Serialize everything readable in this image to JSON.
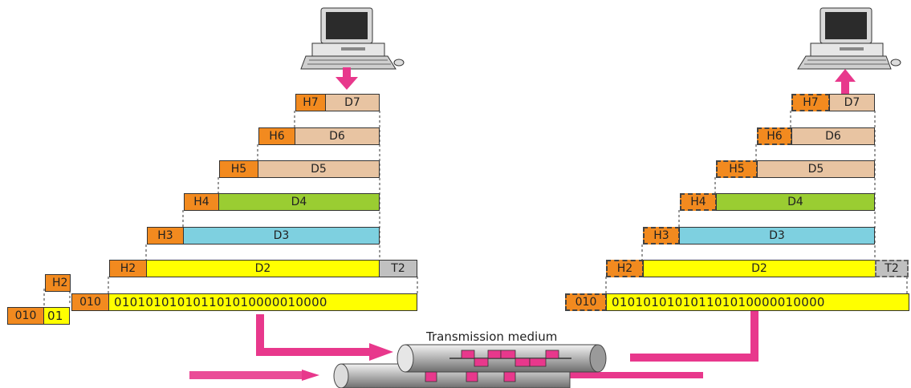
{
  "colors": {
    "header": "#f28a1f",
    "data_layer_7_5": "#e8c4a2",
    "data_layer_4": "#9acd32",
    "data_layer_3": "#7ed0e0",
    "data_layer_2": "#ffff00",
    "trailer": "#c0c0c0",
    "arrow": "#e8388c"
  },
  "icons": [
    "computer-icon",
    "computer-icon"
  ],
  "sender": {
    "layers": [
      {
        "header": "H7",
        "data": "D7"
      },
      {
        "header": "H6",
        "data": "D6"
      },
      {
        "header": "H5",
        "data": "D5"
      },
      {
        "header": "H4",
        "data": "D4"
      },
      {
        "header": "H3",
        "data": "D3"
      },
      {
        "header": "H2",
        "data": "D2",
        "trailer": "T2"
      }
    ],
    "physical": {
      "header": "010",
      "bits": "010101010101101010000010000"
    },
    "partial_header": "H2",
    "partial_bits_header": "010",
    "partial_bits": "01"
  },
  "receiver": {
    "layers": [
      {
        "header": "H7",
        "data": "D7"
      },
      {
        "header": "H6",
        "data": "D6"
      },
      {
        "header": "H5",
        "data": "D5"
      },
      {
        "header": "H4",
        "data": "D4"
      },
      {
        "header": "H3",
        "data": "D3"
      },
      {
        "header": "H2",
        "data": "D2",
        "trailer": "T2"
      }
    ],
    "physical": {
      "header": "010",
      "bits": "010101010101101010000010000"
    }
  },
  "medium": {
    "label": "Transmission medium"
  }
}
